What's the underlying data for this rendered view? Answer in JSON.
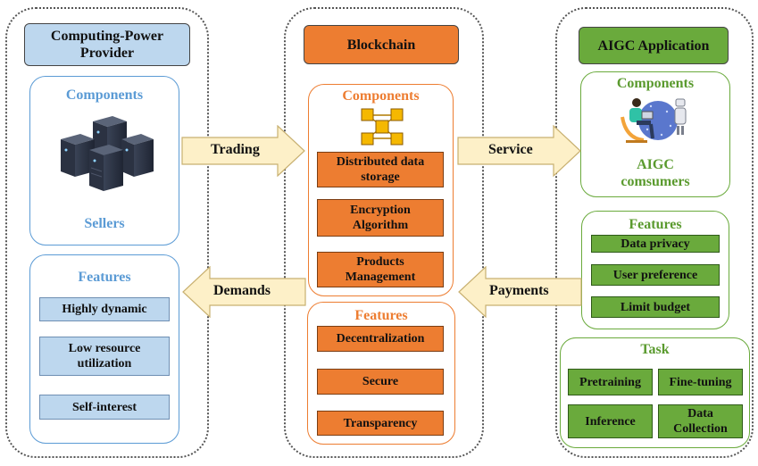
{
  "provider": {
    "title": "Computing-Power Provider",
    "components_title": "Components",
    "sellers_label": "Sellers",
    "features_title": "Features",
    "features": [
      "Highly dynamic",
      "Low resource utilization",
      "Self-interest"
    ]
  },
  "blockchain": {
    "title": "Blockchain",
    "components_title": "Components",
    "components": [
      "Distributed data storage",
      "Encryption Algorithm",
      "Products Management"
    ],
    "features_title": "Features",
    "features": [
      "Decentralization",
      "Secure",
      "Transparency"
    ]
  },
  "aigc": {
    "title": "AIGC Application",
    "components_title": "Components",
    "consumers_label": "AIGC comsumers",
    "features_title": "Features",
    "features": [
      "Data privacy",
      "User preference",
      "Limit budget"
    ],
    "task_title": "Task",
    "tasks": [
      "Pretraining",
      "Fine-tuning",
      "Inference",
      "Data Collection"
    ]
  },
  "arrows": {
    "trading": "Trading",
    "service": "Service",
    "demands": "Demands",
    "payments": "Payments"
  },
  "colors": {
    "blue_header": "#bdd7ee",
    "blue_text": "#5b9bd5",
    "orange": "#ed7d31",
    "green": "#6aaa3c",
    "green_text": "#5a9a2e",
    "arrow_fill": "#fdf0c8"
  }
}
